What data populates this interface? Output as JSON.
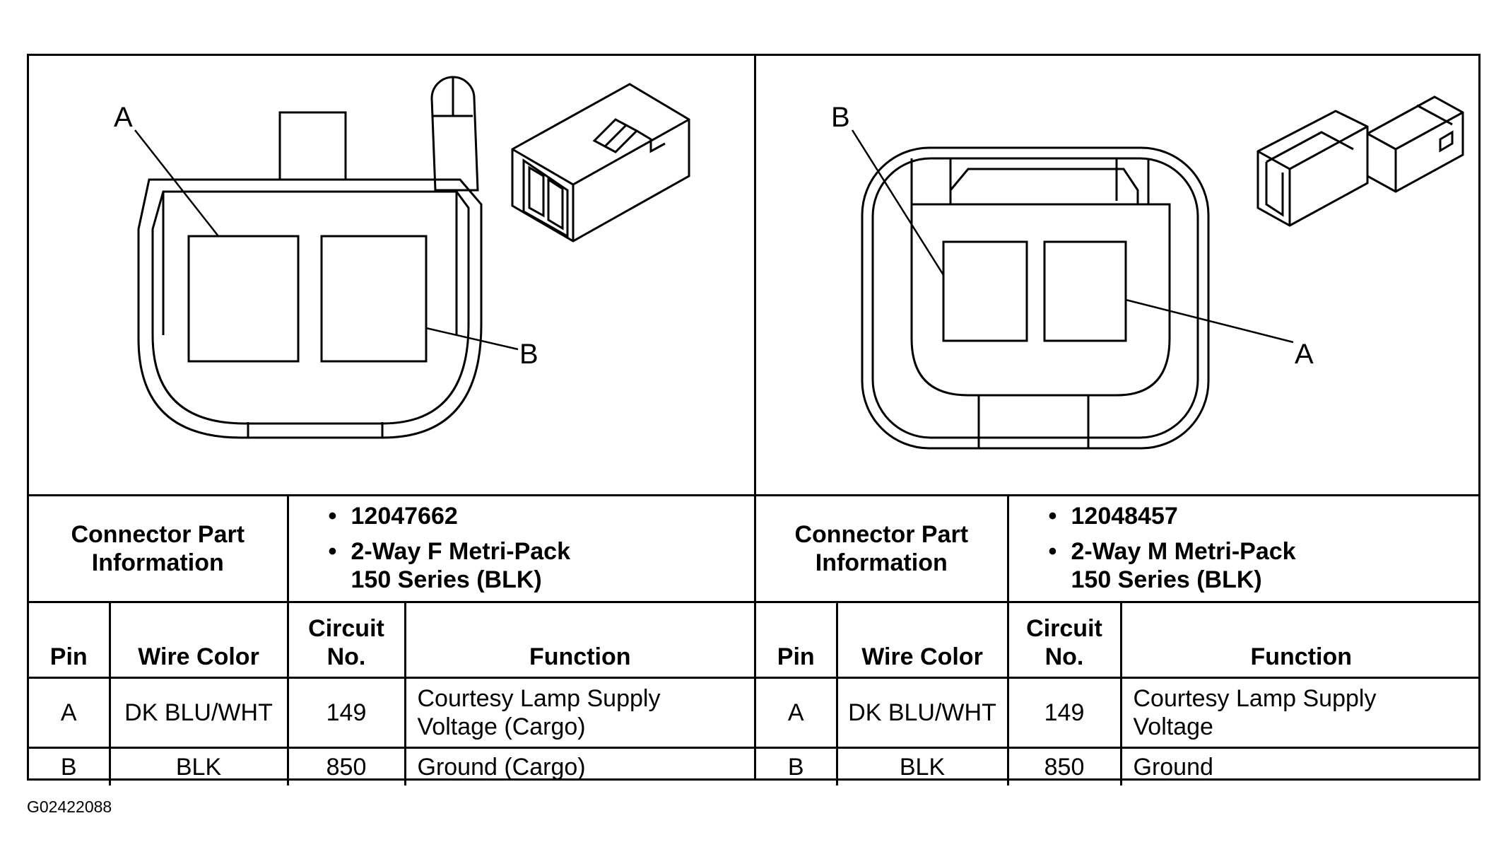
{
  "left": {
    "callouts": [
      "A",
      "B"
    ],
    "info_label": "Connector Part Information",
    "info_items": [
      "12047662",
      "2-Way F Metri-Pack 150 Series (BLK)"
    ],
    "headers": [
      "Pin",
      "Wire Color",
      "Circuit No.",
      "Function"
    ],
    "rows": [
      {
        "pin": "A",
        "wire": "DK BLU/WHT",
        "circuit": "149",
        "function": "Courtesy Lamp Supply Voltage (Cargo)"
      },
      {
        "pin": "B",
        "wire": "BLK",
        "circuit": "850",
        "function": "Ground (Cargo)"
      }
    ]
  },
  "right": {
    "callouts": [
      "B",
      "A"
    ],
    "info_label": "Connector Part Information",
    "info_items": [
      "12048457",
      "2-Way M Metri-Pack 150 Series (BLK)"
    ],
    "headers": [
      "Pin",
      "Wire Color",
      "Circuit No.",
      "Function"
    ],
    "rows": [
      {
        "pin": "A",
        "wire": "DK BLU/WHT",
        "circuit": "149",
        "function": "Courtesy Lamp Supply Voltage"
      },
      {
        "pin": "B",
        "wire": "BLK",
        "circuit": "850",
        "function": "Ground"
      }
    ]
  },
  "figure_code": "G02422088"
}
